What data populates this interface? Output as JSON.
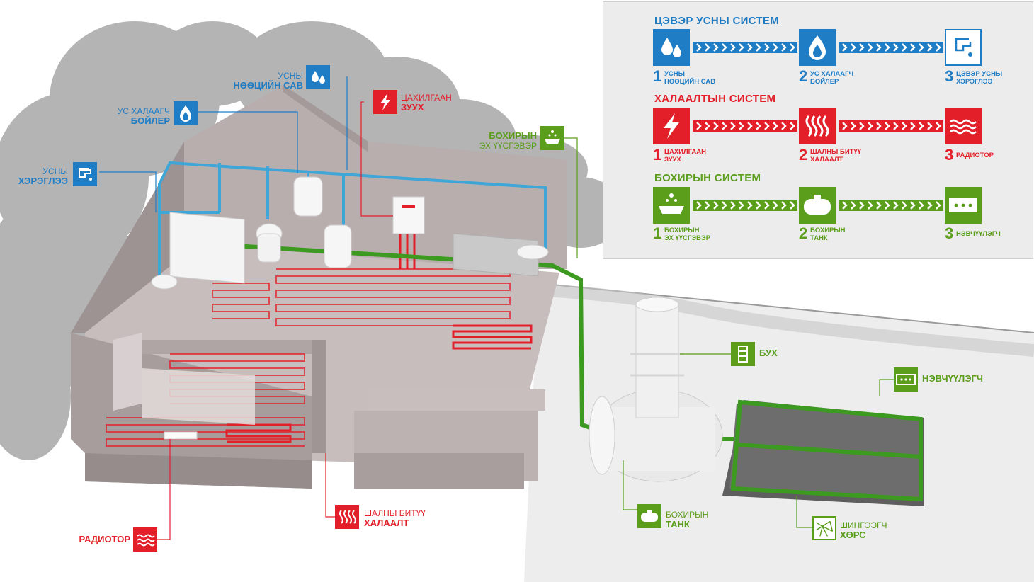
{
  "legend": {
    "clean_water": {
      "title": "ЦЭВЭР УСНЫ СИСТЕМ",
      "color": "#1f7dc6",
      "steps": [
        {
          "num": "1",
          "line1": "УСНЫ",
          "line2": "НӨӨЦИЙН САВ",
          "icon": "water-drops-icon"
        },
        {
          "num": "2",
          "line1": "УС ХАЛААГЧ",
          "line2": "БОЙЛЕР",
          "icon": "flame-drop-icon"
        },
        {
          "num": "3",
          "line1": "ЦЭВЭР УСНЫ",
          "line2": "ХЭРЭГЛЭЭ",
          "icon": "faucet-icon"
        }
      ]
    },
    "heating": {
      "title": "ХАЛААЛТЫН СИСТЕМ",
      "color": "#e3202a",
      "steps": [
        {
          "num": "1",
          "line1": "ЦАХИЛГААН",
          "line2": "ЗУУХ",
          "icon": "lightning-icon"
        },
        {
          "num": "2",
          "line1": "ШАЛНЫ БИТҮҮ",
          "line2": "ХАЛААЛТ",
          "icon": "heat-waves-icon"
        },
        {
          "num": "3",
          "line1": "РАДИОТОР",
          "line2": "",
          "icon": "radiator-icon"
        }
      ]
    },
    "sewage": {
      "title": "БОХИРЫН СИСТЕМ",
      "color": "#5a9e1b",
      "steps": [
        {
          "num": "1",
          "line1": "БОХИРЫН",
          "line2": "ЭХ ҮҮСГЭВЭР",
          "icon": "sink-icon"
        },
        {
          "num": "2",
          "line1": "БОХИРЫН",
          "line2": "ТАНК",
          "icon": "tank-icon"
        },
        {
          "num": "3",
          "line1": "НЭВЧҮҮЛЭГЧ",
          "line2": "",
          "icon": "infiltrator-icon"
        }
      ]
    }
  },
  "callouts": {
    "water_tank": {
      "line1": "УСНЫ",
      "line2": "НӨӨЦИЙН САВ"
    },
    "boiler": {
      "line1": "УС ХАЛААГЧ",
      "line2": "БОЙЛЕР"
    },
    "water_use": {
      "line1": "УСНЫ",
      "line2": "ХЭРЭГЛЭЭ"
    },
    "electric_boiler": {
      "line1": "ЦАХИЛГААН",
      "line2": "ЗУУХ"
    },
    "sewage_source": {
      "line1": "БОХИРЫН",
      "line2": "ЭХ ҮҮСГЭВЭР"
    },
    "well": {
      "line1": "БУХ"
    },
    "infiltrator": {
      "line1": "НЭВЧҮҮЛЭГЧ"
    },
    "septic_tank": {
      "line1": "БОХИРЫН",
      "line2": "ТАНК"
    },
    "filter_mesh": {
      "line1": "ШИНГЭЭГЧ",
      "line2": "ХӨРС"
    },
    "floor_heating": {
      "line1": "ШАЛНЫ БИТҮҮ",
      "line2": "ХАЛААЛТ"
    },
    "radiator": {
      "line1": "РАДИОТОР"
    }
  }
}
